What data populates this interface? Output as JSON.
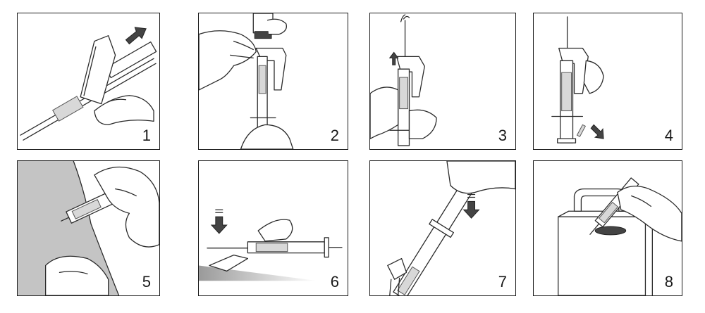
{
  "steps": [
    {
      "number": "1"
    },
    {
      "number": "2"
    },
    {
      "number": "3"
    },
    {
      "number": "4"
    },
    {
      "number": "5"
    },
    {
      "number": "6"
    },
    {
      "number": "7"
    },
    {
      "number": "8"
    }
  ]
}
